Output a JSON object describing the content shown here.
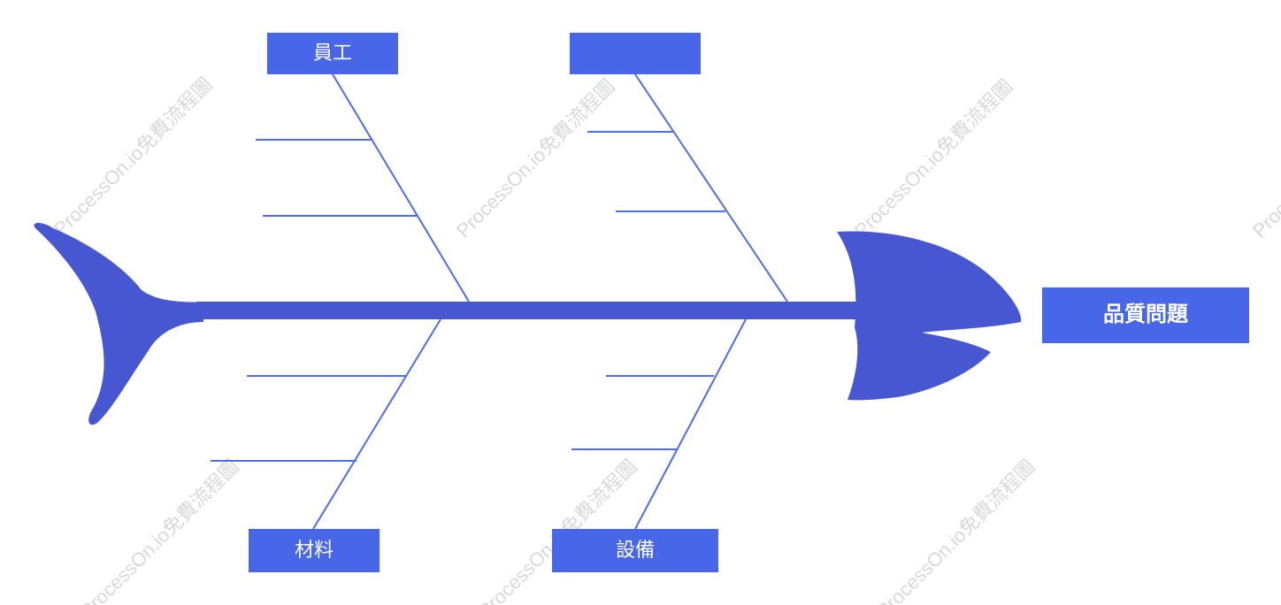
{
  "diagram": {
    "type": "fishbone",
    "problem": "品質問題",
    "categories": [
      {
        "label": "員工",
        "side": "top"
      },
      {
        "label": "",
        "side": "top"
      },
      {
        "label": "材料",
        "side": "bottom"
      },
      {
        "label": "設備",
        "side": "bottom"
      }
    ]
  },
  "watermark": {
    "text": "ProcessOn.io免費流程圖"
  },
  "colors": {
    "box": "#4767e8",
    "bone": "#4757d1",
    "line": "#4f6cf0",
    "watermark": "#b9b9b9"
  }
}
